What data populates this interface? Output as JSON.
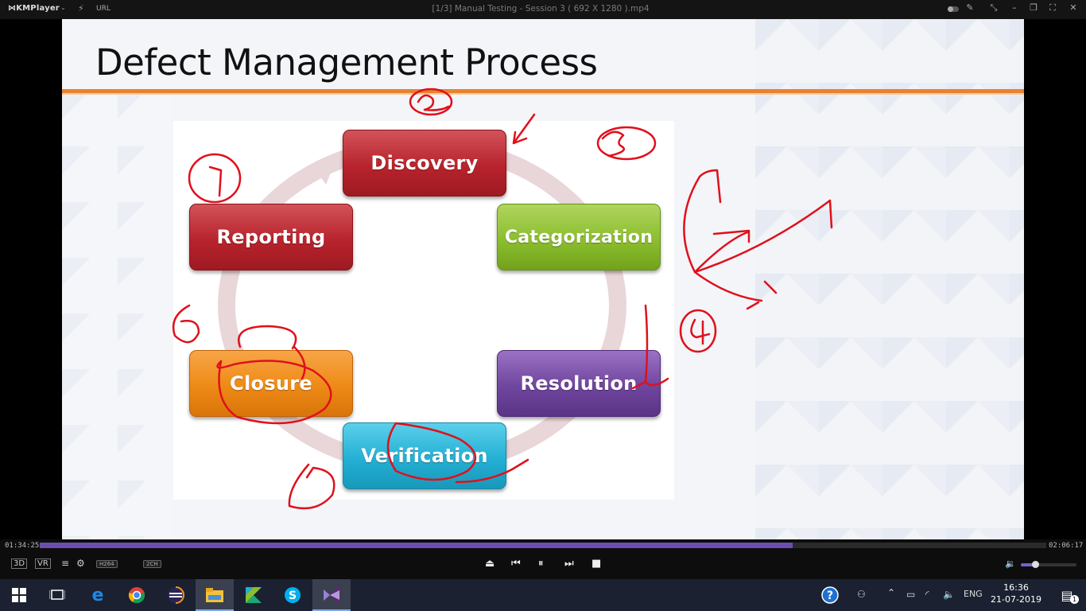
{
  "titlebar": {
    "app_name": "KMPlayer",
    "url_label": "URL",
    "window_title": "[1/3] Manual Testing - Session 3 ( 692 X 1280 ).mp4"
  },
  "slide": {
    "title": "Defect Management Process",
    "steps": [
      "Discovery",
      "Categorization",
      "Resolution",
      "Verification",
      "Closure",
      "Reporting"
    ],
    "colors": {
      "discovery": "#b8232c",
      "categorization": "#8bbe2e",
      "resolution": "#6f459e",
      "verification": "#23b0d4",
      "closure": "#ee8a16",
      "reporting": "#b8232c",
      "accent_rule": "#e8822f",
      "annotation": "#e0101c"
    }
  },
  "playback": {
    "elapsed": "01:34:25",
    "total": "02:06:17",
    "progress_fraction": 0.7478,
    "volume_fraction": 0.26,
    "buttons": {
      "three_d": "3D",
      "vr": "VR",
      "codec": "H264",
      "channels": "2CH"
    }
  },
  "taskbar": {
    "apps": [
      "windows-start",
      "task-view",
      "edge",
      "chrome",
      "eclipse",
      "file-explorer",
      "kotlin-ide",
      "skype",
      "visual-studio"
    ],
    "language": "ENG",
    "time": "16:36",
    "date": "21-07-2019",
    "notification_count": "1"
  }
}
